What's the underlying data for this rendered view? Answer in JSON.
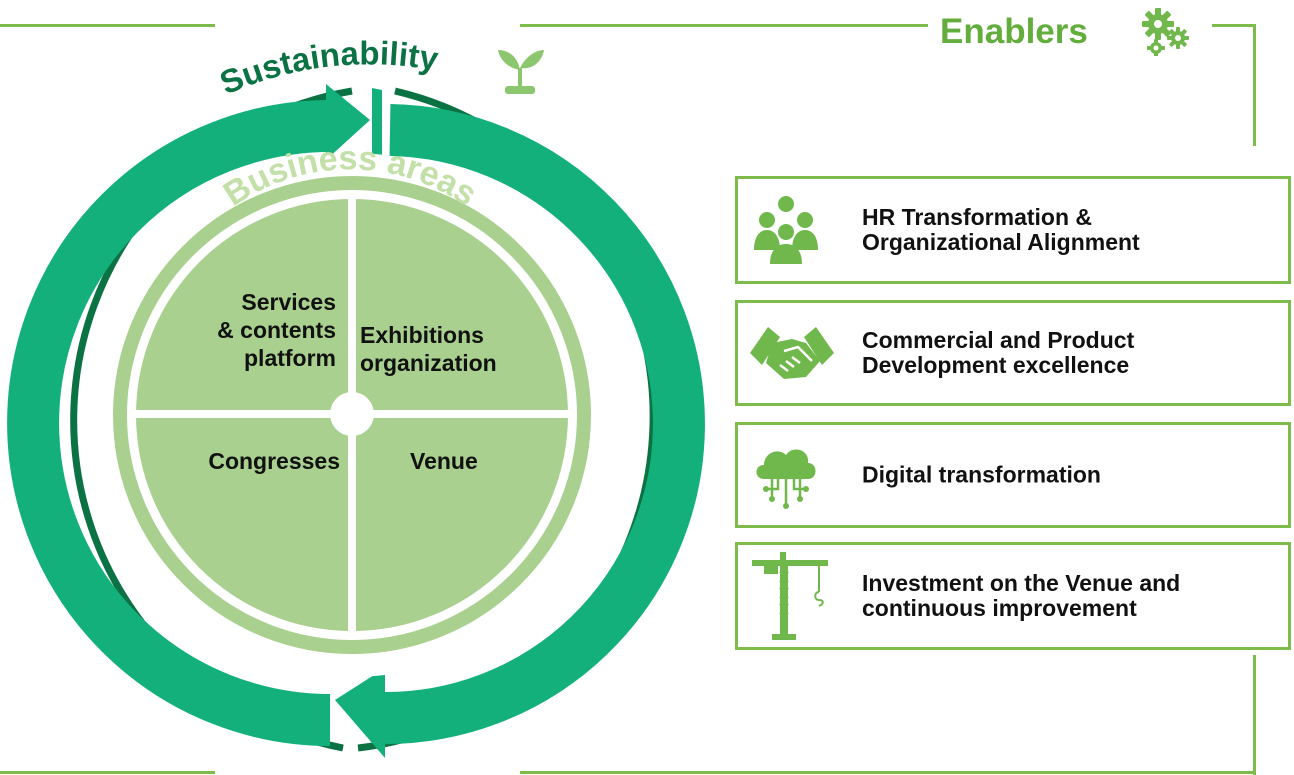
{
  "frame": {
    "title": "Enablers",
    "title_icon": "gears-icon"
  },
  "circle": {
    "outer_label": "Sustainability",
    "outer_label_icon": "sprout-icon",
    "inner_label": "Business areas",
    "quadrants": [
      {
        "label": "Services\n& contents\nplatform"
      },
      {
        "label": "Exhibitions\norganization"
      },
      {
        "label": "Congresses"
      },
      {
        "label": "Venue"
      }
    ]
  },
  "enablers": [
    {
      "label": "HR Transformation &\nOrganizational Alignment",
      "icon": "team-people-icon"
    },
    {
      "label": "Commercial and Product\nDevelopment excellence",
      "icon": "handshake-icon"
    },
    {
      "label": "Digital transformation",
      "icon": "cloud-circuit-icon"
    },
    {
      "label": "Investment on the Venue and\ncontinuous improvement",
      "icon": "construction-crane-icon"
    }
  ],
  "colors": {
    "frame_line": "#7dbb4a",
    "dark_green": "#0b7244",
    "arrow_green": "#13b07c",
    "light_green": "#a9d08e",
    "pale_ring": "#c3e0a8",
    "title_green": "#63ad3c",
    "icon_green": "#70b84c"
  }
}
